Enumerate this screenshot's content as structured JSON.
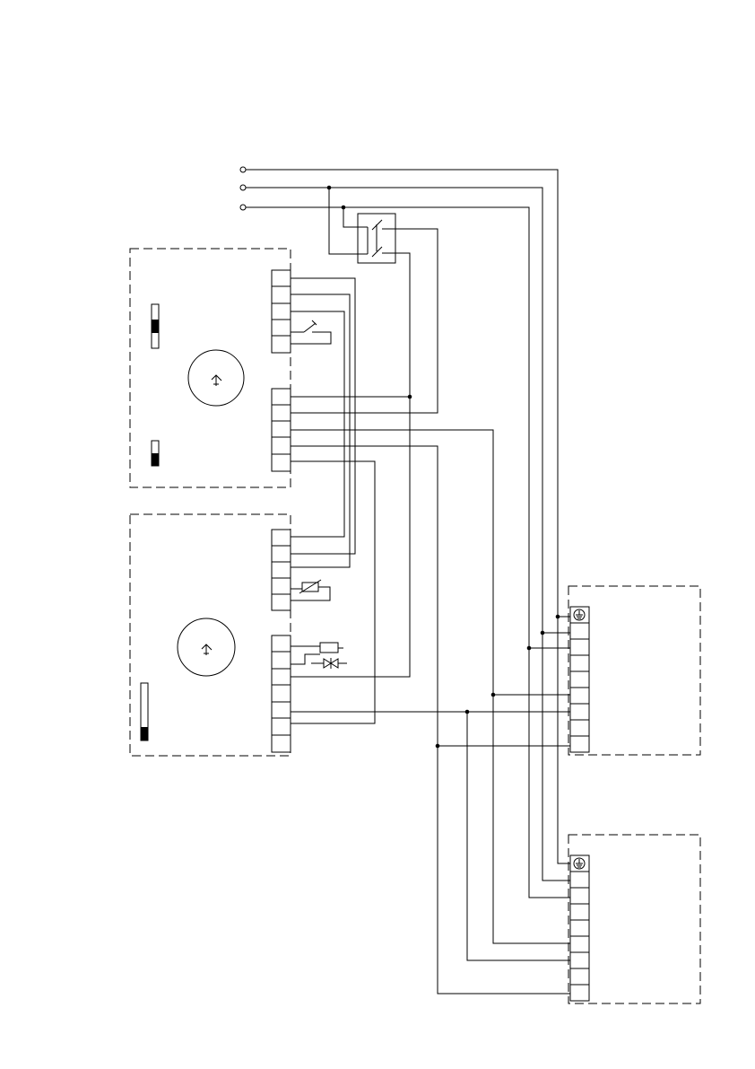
{
  "diagram": {
    "title": "",
    "colors": {
      "line": "#000000",
      "background": "#ffffff"
    },
    "components": [
      {
        "id": "supply-terminals",
        "kind": "open-circle terminals",
        "count": 3
      },
      {
        "id": "two-pole-switch",
        "kind": "switch"
      },
      {
        "id": "upper-unit",
        "kind": "dashed enclosure",
        "contains": [
          "terminal-strip-6",
          "terminal-strip-6",
          "fan-motor",
          "switch-contact",
          "indicator-strips"
        ]
      },
      {
        "id": "lower-unit",
        "kind": "dashed enclosure",
        "contains": [
          "terminal-strip-5",
          "terminal-strip-7",
          "fan-motor",
          "thermistor",
          "valve-with-coil",
          "level-indicator"
        ]
      },
      {
        "id": "terminal-block-a",
        "kind": "dashed enclosure",
        "ground_symbol": true,
        "terminals": 9
      },
      {
        "id": "terminal-block-b",
        "kind": "dashed enclosure",
        "ground_symbol": true,
        "terminals": 9
      }
    ],
    "icons": [
      "earth-ground-icon",
      "fan-motor-icon",
      "thermistor-icon",
      "valve-icon",
      "coil-icon",
      "switch-contact-icon"
    ]
  }
}
